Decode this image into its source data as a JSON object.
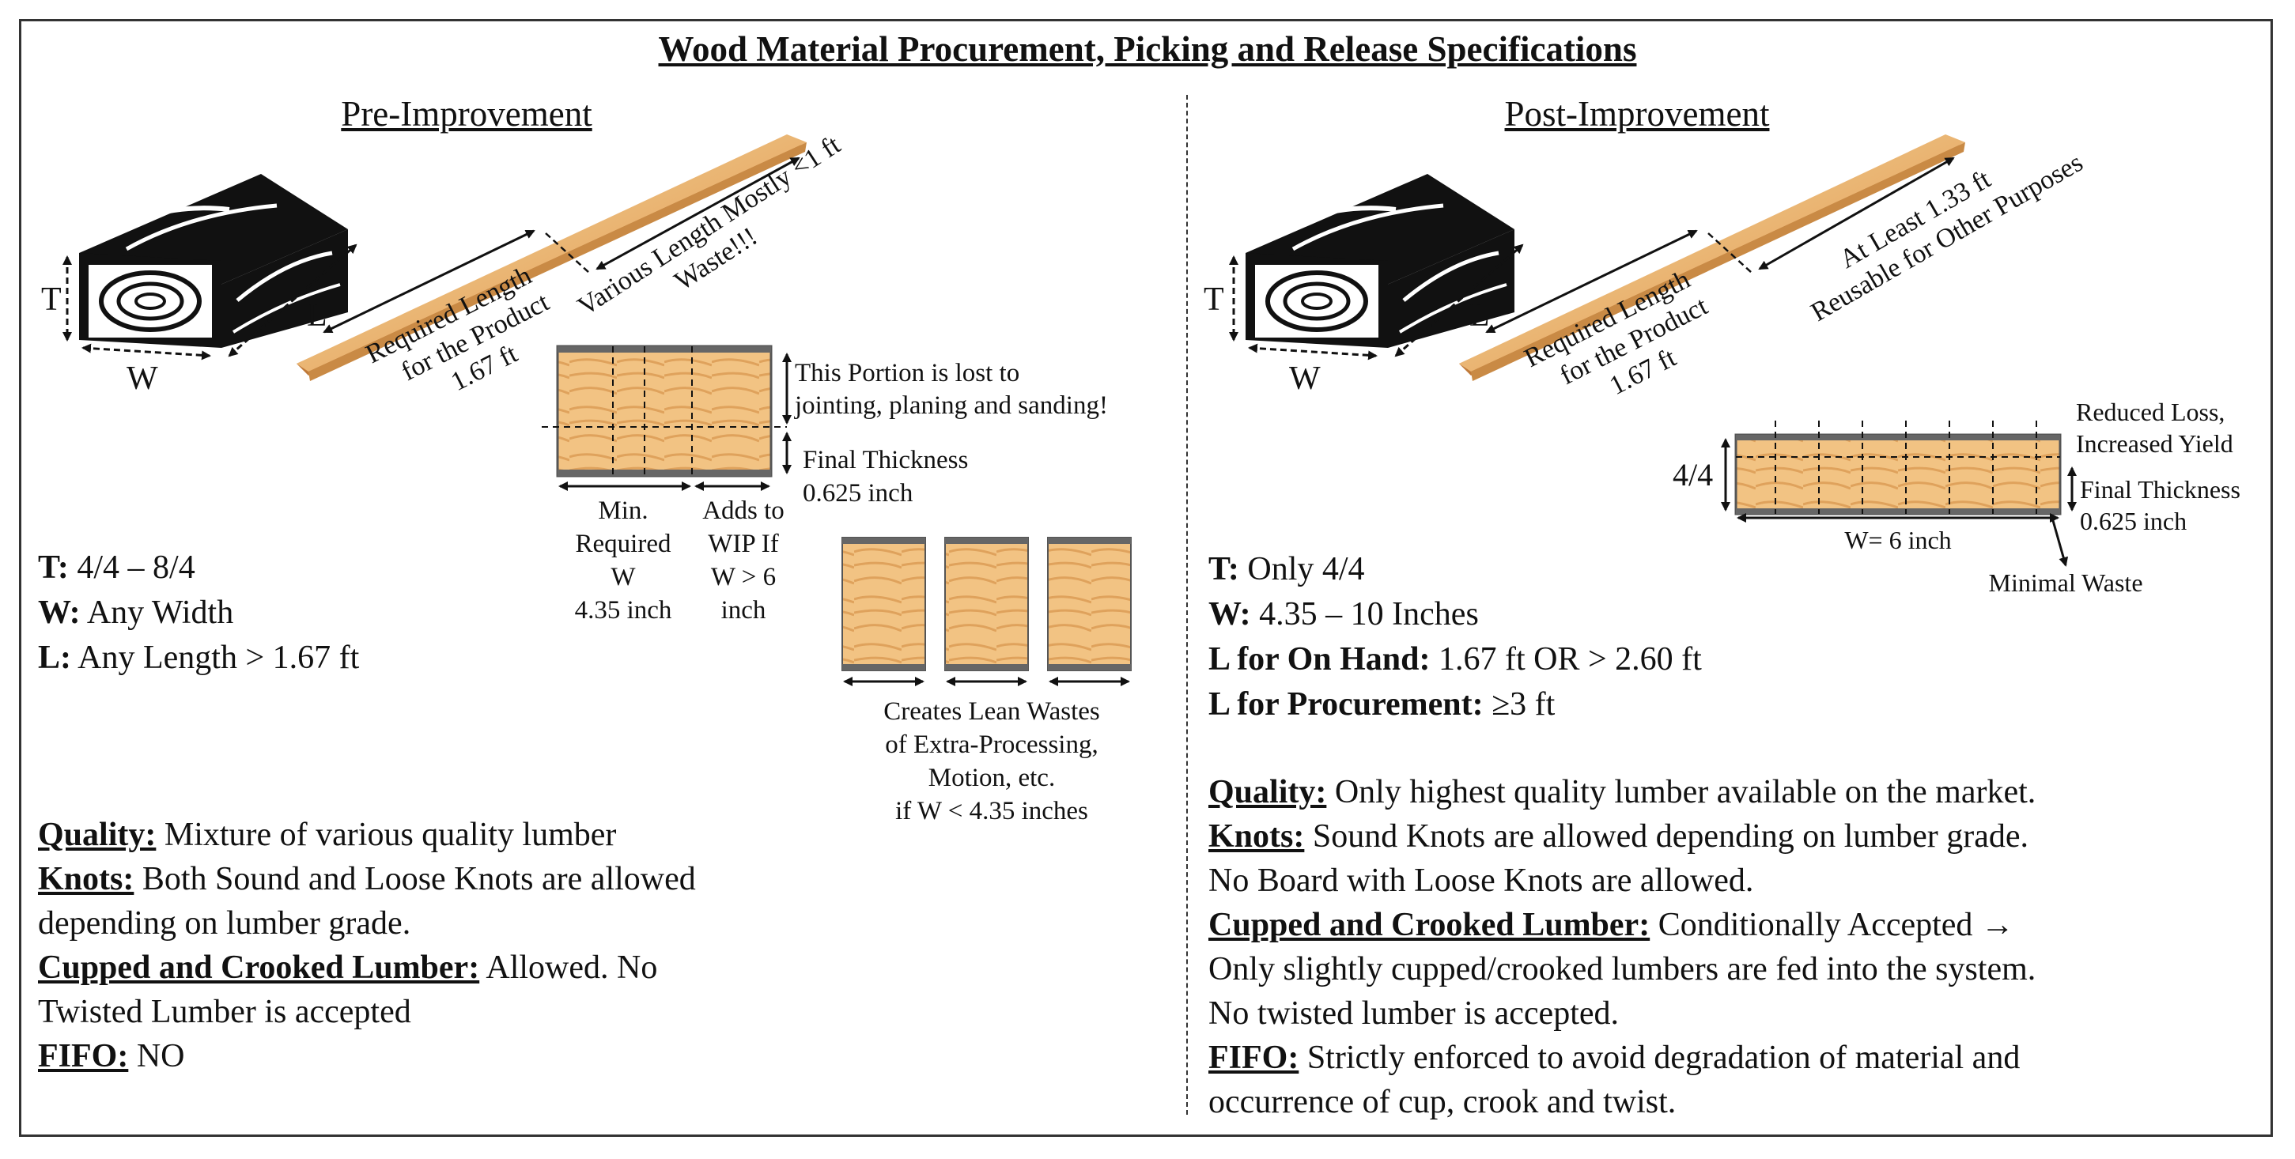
{
  "title": "Wood Material Procurement, Picking and Release Specifications",
  "pre": {
    "heading": "Pre-Improvement",
    "lumber_labels": {
      "t": "T",
      "w": "W",
      "l": "L"
    },
    "board": {
      "required_line1": "Required Length",
      "required_line2": "for the Product",
      "required_line3": "1.67 ft",
      "various_line1": "Various Length Mostly <1 ft",
      "various_line2": "Waste!!!"
    },
    "section": {
      "lost_line1": "This Portion is lost to",
      "lost_line2": "jointing, planing and sanding!",
      "final_line1": "Final Thickness",
      "final_line2": "0.625 inch",
      "min_line1": "Min.",
      "min_line2": "Required",
      "min_line3": "W",
      "min_line4": "4.35 inch",
      "adds_line1": "Adds to",
      "adds_line2": "WIP If",
      "adds_line3": "W > 6",
      "adds_line4": "inch"
    },
    "small": {
      "line1": "Creates Lean Wastes",
      "line2": "of Extra-Processing,",
      "line3": "Motion, etc.",
      "line4": "if W < 4.35 inches"
    },
    "specs": {
      "t_label": "T:",
      "t_value": " 4/4 – 8/4",
      "w_label": "W:",
      "w_value": " Any Width",
      "l_label": "L:",
      "l_value": " Any Length > 1.67 ft"
    },
    "quality": {
      "quality_label": "Quality:",
      "quality_value": " Mixture of various quality lumber",
      "knots_label": "Knots:",
      "knots_value": " Both Sound and Loose Knots are allowed",
      "knots_value2": "depending on lumber grade.",
      "cupped_label": "Cupped and Crooked Lumber:",
      "cupped_value": " Allowed. No",
      "cupped_value2": "Twisted Lumber is accepted",
      "fifo_label": "FIFO:",
      "fifo_value": " NO"
    }
  },
  "post": {
    "heading": "Post-Improvement",
    "lumber_labels": {
      "t": "T",
      "w": "W",
      "l": "L"
    },
    "board": {
      "required_line1": "Required Length",
      "required_line2": "for the Product",
      "required_line3": "1.67 ft",
      "atleast_line1": "At Least 1.33 ft",
      "atleast_line2": "Reusable for Other Purposes"
    },
    "section": {
      "reduced_line1": "Reduced Loss,",
      "reduced_line2": "Increased Yield",
      "thick_label": "4/4",
      "final_line1": "Final Thickness",
      "final_line2": "0.625 inch",
      "width_label": "W= 6 inch",
      "minimal": "Minimal Waste"
    },
    "specs": {
      "t_label": "T:",
      "t_value": " Only 4/4",
      "w_label": "W:",
      "w_value": " 4.35 – 10 Inches",
      "l_on_hand_label": "L for On Hand:",
      "l_on_hand_value": " 1.67 ft OR > 2.60 ft",
      "l_proc_label": "L for Procurement:",
      "l_proc_value": " ≥3 ft"
    },
    "quality": {
      "quality_label": "Quality:",
      "quality_value": " Only highest quality lumber available on the market.",
      "knots_label": "Knots:",
      "knots_value": " Sound Knots are allowed depending on lumber grade.",
      "knots_value2": "No Board with Loose Knots are allowed.",
      "cupped_label": "Cupped and Crooked Lumber:",
      "cupped_value": " Conditionally Accepted →",
      "cupped_value2": "Only slightly cupped/crooked lumbers are fed into the system.",
      "cupped_value3": "No twisted lumber is accepted.",
      "fifo_label": "FIFO:",
      "fifo_value": " Strictly enforced to avoid degradation of material and",
      "fifo_value2": "occurrence of cup, crook and twist."
    }
  },
  "colors": {
    "wood_light": "#f5c98a",
    "wood_mid": "#e6a85f",
    "wood_dark": "#c98a45",
    "ink": "#111111"
  }
}
